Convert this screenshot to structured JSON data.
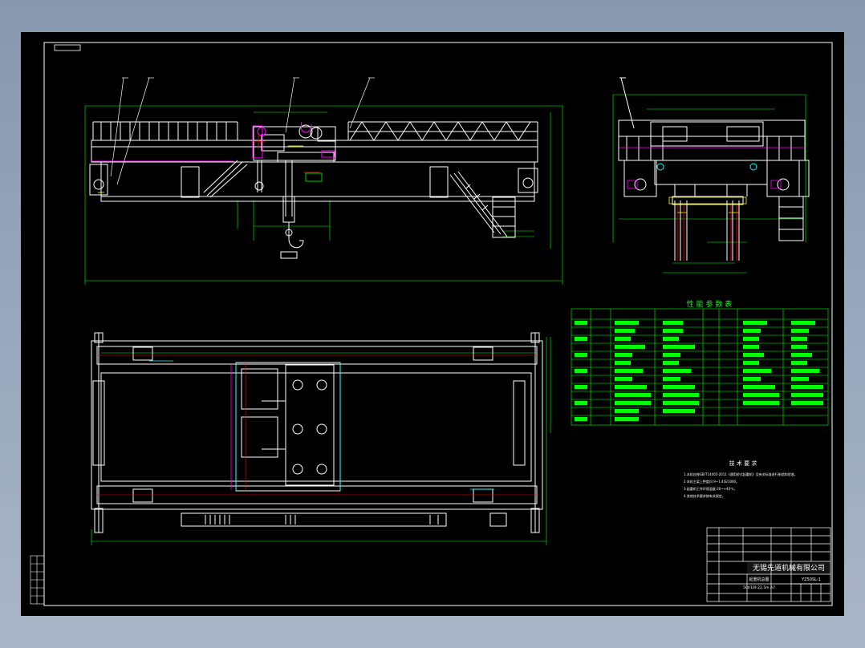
{
  "colors": {
    "background": "#8b9bb1",
    "canvas": "#000000",
    "line": "#ffffff",
    "dimension": "#00ff00",
    "highlight": "#ff00ff",
    "hidden": "#ff0000",
    "accent": "#ffff00",
    "cyan": "#00ffff"
  },
  "frame": {
    "stamp": "",
    "bom_title": "性 能 参 数 表",
    "notes_title": "技 术 要 求",
    "notes": [
      "1.本机应按GB/T14405-2011《通用桥式起重机》及有关标准进行制造和验收。",
      "2.本机主梁上拱度(0.9~1.4)S/1000。",
      "3.起重机工作环境温度-20~+40℃。",
      "4.其他技术要求按有关规定。"
    ],
    "company": "无锡先道机械有限公司",
    "drawing_no": "YZ50SL-1",
    "drawing_title": "起重机总图",
    "spec": "50t/10t-22.5m A7"
  },
  "views": {
    "front": "elevation",
    "side": "end-view",
    "plan": "plan-view"
  }
}
